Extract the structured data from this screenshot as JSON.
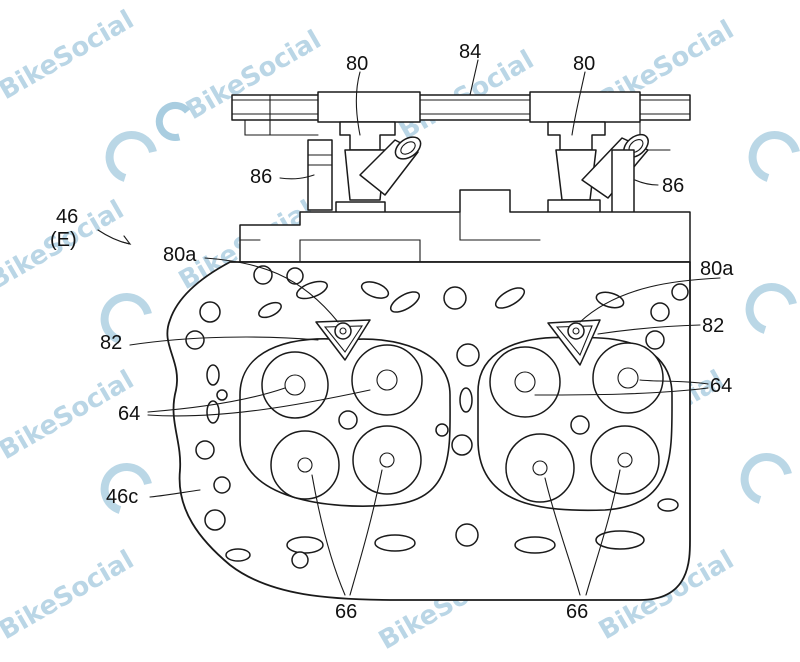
{
  "labels": {
    "ref_84": "84",
    "ref_80_left": "80",
    "ref_80_right": "80",
    "ref_86_left": "86",
    "ref_86_right": "86",
    "ref_46": "46",
    "ref_e": "(E)",
    "ref_80a_left": "80a",
    "ref_80a_right": "80a",
    "ref_82_left": "82",
    "ref_82_right": "82",
    "ref_64_left": "64",
    "ref_64_right": "64",
    "ref_46c": "46c",
    "ref_66_left": "66",
    "ref_66_right": "66"
  },
  "watermark": {
    "text": "BikeSocial",
    "color": "#a9cde0"
  }
}
